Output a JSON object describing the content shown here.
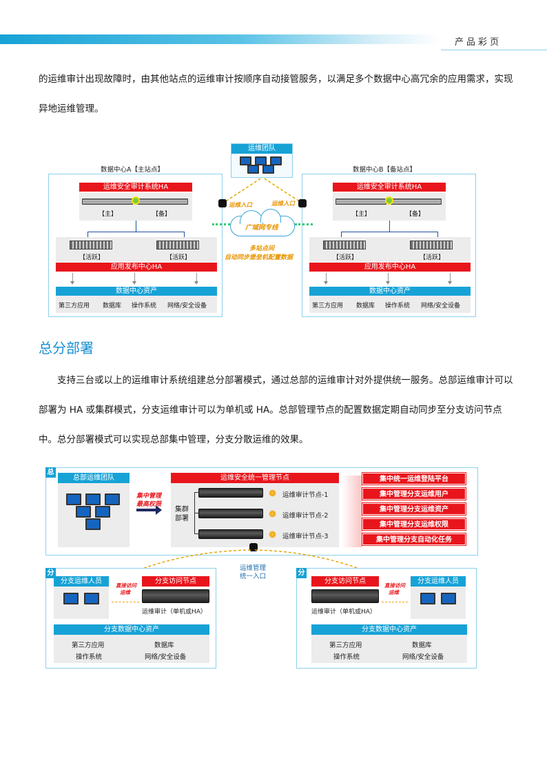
{
  "header": {
    "title": "产品彩页"
  },
  "para1": "的运维审计出现故障时，由其他站点的运维审计按顺序自动接管服务，以满足多个数据中心高冗余的应用需求，实现异地运维管理。",
  "diagram1": {
    "team": "运维团队",
    "dcA_title": "数据中心A【主站点】",
    "dcB_title": "数据中心B【备站点】",
    "audit_ha": "运维安全审计系统HA",
    "primary": "【主】",
    "standby": "【备】",
    "active": "【活跃】",
    "publish_ha": "应用发布中心HA",
    "assets": "数据中心资产",
    "asset_items": [
      "第三方应用",
      "数据库",
      "操作系统",
      "网络/安全设备"
    ],
    "entry": "运维入口",
    "wan": "广域网专线",
    "sync_line1": "多站点间",
    "sync_line2": "自动同步堡垒机配置数据"
  },
  "section_title": "总分部署",
  "para2": "支持三台或以上的运维审计系统组建总分部署模式，通过总部的运维审计对外提供统一服务。总部运维审计可以部署为 HA 或集群模式，分支运维审计可以为单机或 HA。总部管理节点的配置数据定期自动同步至分支访问节点中。总分部署模式可以实现总部集中管理，分支分散运维的效果。",
  "diagram2": {
    "hq_tag": "总",
    "branch_tag": "分",
    "hq_team": "总部运维团队",
    "central_line1": "集中管理",
    "central_line2": "最高权限",
    "mgmt_node": "运维安全统一管理节点",
    "cluster_line1": "集群",
    "cluster_line2": "部署",
    "audit_nodes": [
      "运维审计节点-1",
      "运维审计节点-2",
      "运维审计节点-3"
    ],
    "features": [
      "集中统一运维登陆平台",
      "集中管理分支运维用户",
      "集中管理分支运维资产",
      "集中管理分支运维权限",
      "集中管理分支自动化任务"
    ],
    "unified_line1": "运维管理",
    "unified_line2": "统一入口",
    "branch_staff": "分支运维人员",
    "direct_line1": "直接访问",
    "direct_line2": "运维",
    "branch_node": "分支访问节点",
    "branch_audit": "运维审计（单机或HA）",
    "branch_assets": "分支数据中心资产",
    "branch_asset_items": [
      "第三方应用",
      "数据库",
      "操作系统",
      "网络/安全设备"
    ]
  }
}
